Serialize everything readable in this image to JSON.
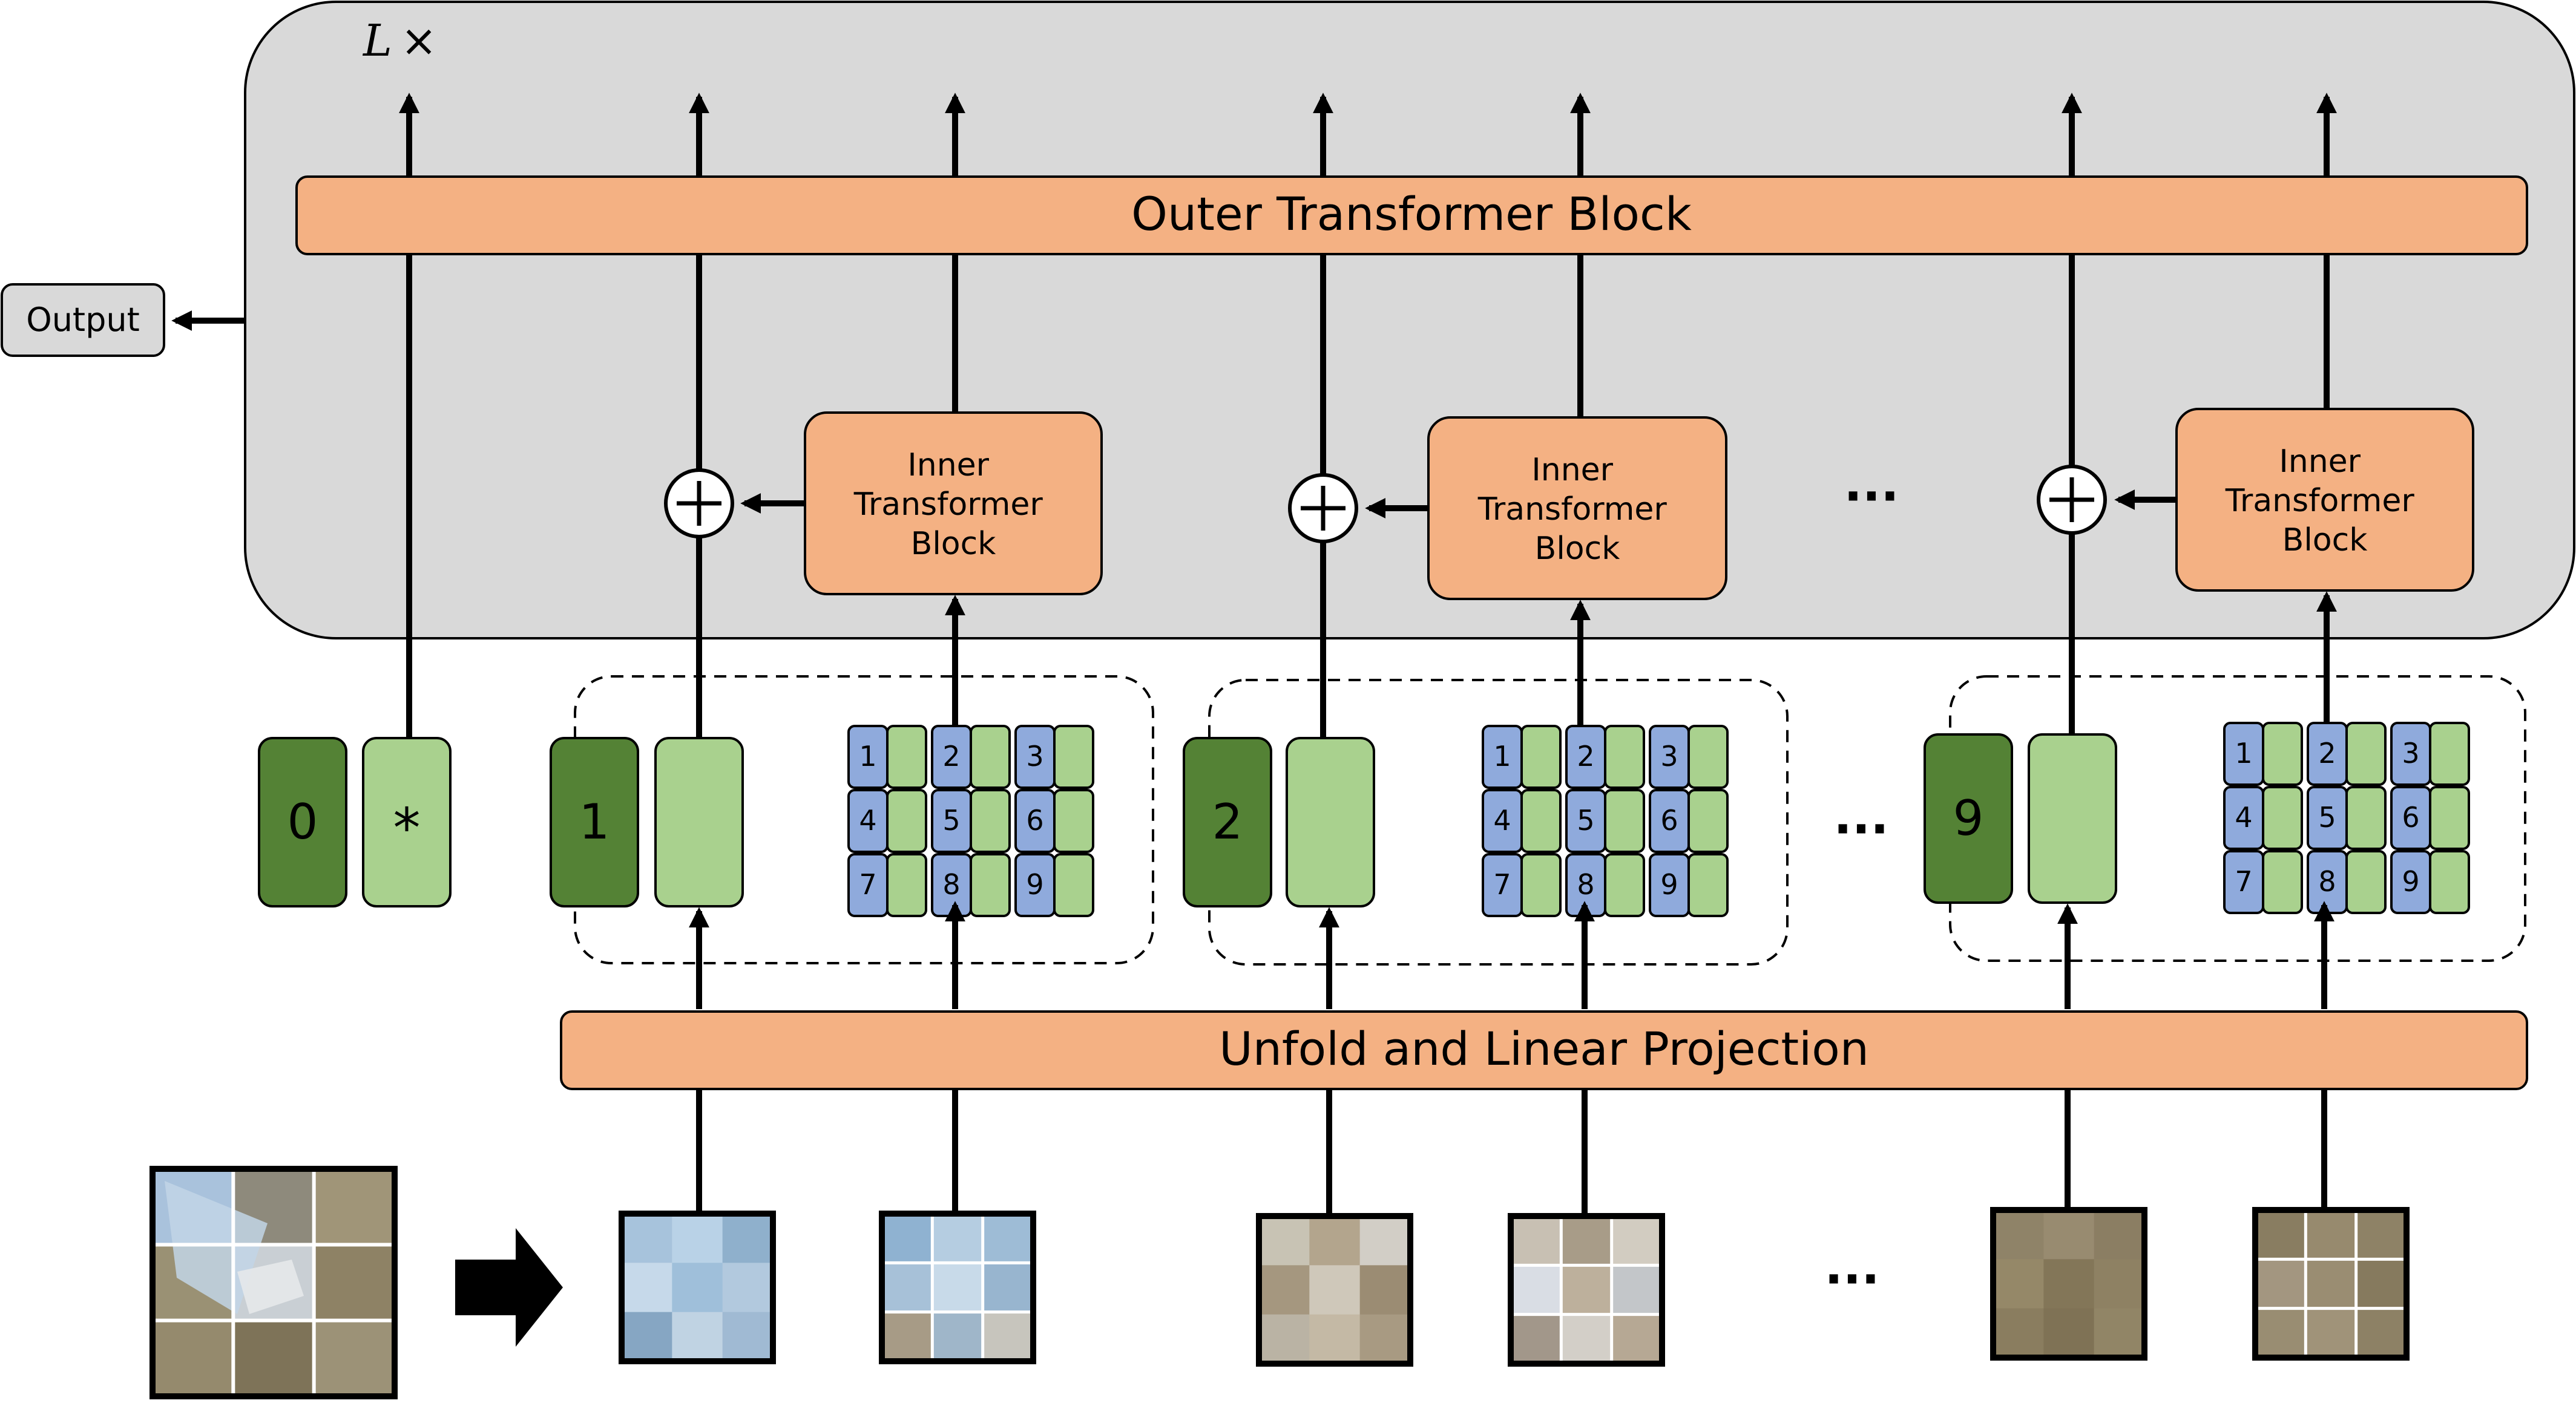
{
  "outer_loop": {
    "prefix": "L",
    "times": "×"
  },
  "outer_block_label": "Outer Transformer Block",
  "inner_block_lines": [
    "Inner",
    "Transformer",
    "Block"
  ],
  "output_label": "Output",
  "projection_label": "Unfold and Linear Projection",
  "ellipsis": "···",
  "class_token": {
    "index": "0",
    "star": "*"
  },
  "patch_indices": [
    "1",
    "2",
    "9"
  ],
  "pixel_indices": [
    "1",
    "2",
    "3",
    "4",
    "5",
    "6",
    "7",
    "8",
    "9"
  ],
  "colors": {
    "outer_bg": "#d9d9d9",
    "block_fill": "#f4b183",
    "dark_green": "#548235",
    "light_green": "#a9d18e",
    "pixel_blue": "#8faadc",
    "output_fill": "#d9d9d9"
  },
  "patch_images": [
    {
      "name": "patch-1-whole",
      "grid": false,
      "colors": [
        "#a7c3dc",
        "#b9d2e7",
        "#8fb0cc",
        "#c6d9ea",
        "#9fbfda",
        "#b2c9de",
        "#86a6c3",
        "#c0d3e3",
        "#a0bad3"
      ]
    },
    {
      "name": "patch-1-pixels",
      "grid": true,
      "colors": [
        "#8fb2d1",
        "#b5cde1",
        "#9ebcd6",
        "#a7c1d8",
        "#c8dae9",
        "#98b5cf",
        "#a79b86",
        "#9fb6c9",
        "#c7c5bd"
      ]
    },
    {
      "name": "patch-2-whole",
      "grid": false,
      "colors": [
        "#c8c3b4",
        "#b3a58d",
        "#d2cec6",
        "#a5977f",
        "#cfc8ba",
        "#9b8c73",
        "#bab3a4",
        "#c4b9a5",
        "#a89a82"
      ]
    },
    {
      "name": "patch-2-pixels",
      "grid": true,
      "colors": [
        "#c8c0b3",
        "#a89c88",
        "#d2ccc1",
        "#d9dde4",
        "#bdb09c",
        "#c3c6c9",
        "#a2978a",
        "#d3cfc8",
        "#b6a894"
      ]
    },
    {
      "name": "patch-9-whole",
      "grid": false,
      "colors": [
        "#8f8368",
        "#988b70",
        "#8b7e63",
        "#958868",
        "#837658",
        "#8e8163",
        "#8a7d5f",
        "#7f7255",
        "#918566"
      ]
    },
    {
      "name": "patch-9-pixels",
      "grid": true,
      "colors": [
        "#897d61",
        "#978a6e",
        "#8e8266",
        "#a39680",
        "#9a8d72",
        "#867a5e",
        "#998d72",
        "#a09379",
        "#8d8165"
      ]
    }
  ],
  "input_image_colors": [
    "#a9c2dc",
    "#8e8a7c",
    "#a09578",
    "#9a9174",
    "#c9cfd4",
    "#8e8265",
    "#958a6d",
    "#7e7358",
    "#9c9277"
  ]
}
